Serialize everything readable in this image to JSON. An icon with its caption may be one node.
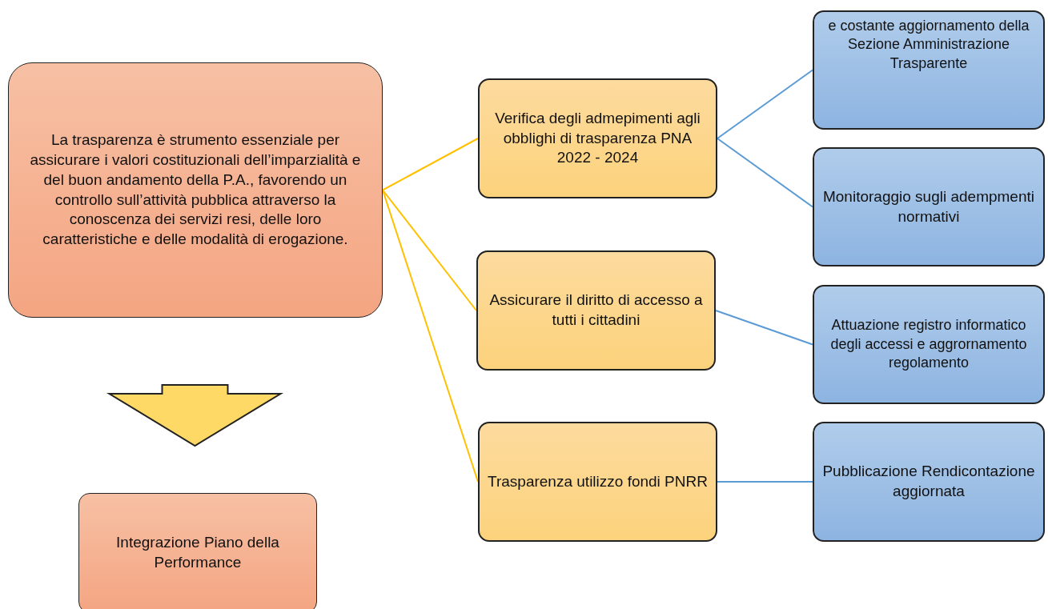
{
  "diagram": {
    "nodes": [
      {
        "text": [
          "La trasparenza è strumento essenziale per assicurare i valori costituzionali dell’imparzialità e del buon andamento della P.A., favorendo un controllo sull’attività pubblica attraverso la conoscenza dei servizi resi, delle loro caratteristiche e delle modalità di erogazione."
        ]
      },
      {
        "text": [
          "Verifica degli admepimenti agli obblighi di trasparenza PNA 2022 - 2024"
        ]
      },
      {
        "text": [
          "Assicurare il diritto di accesso a tutti i cittadini"
        ]
      },
      {
        "text": [
          "Trasparenza utilizzo fondi PNRR"
        ]
      },
      {
        "text": [
          "e costante aggiornamento della Sezione Amministrazione Trasparente"
        ]
      },
      {
        "text": [
          "Monitoraggio sugli adempmenti normativi"
        ]
      },
      {
        "text": [
          "Attuazione registro informatico degli accessi e aggrornamento regolamento"
        ]
      },
      {
        "text": [
          "Pubblicazione Rendicontazione aggiornata"
        ]
      },
      {
        "text": [
          "Integrazione Piano della Performance"
        ]
      }
    ],
    "edges": [
      {
        "from": 0,
        "to": 1,
        "arrow": "none",
        "color": "#ffc000"
      },
      {
        "from": 0,
        "to": 2,
        "arrow": "none",
        "color": "#ffc000"
      },
      {
        "from": 0,
        "to": 3,
        "arrow": "none",
        "color": "#ffc000"
      },
      {
        "from": 1,
        "to": 4,
        "arrow": "none"
      },
      {
        "from": 1,
        "to": 5,
        "arrow": "none"
      },
      {
        "from": 2,
        "to": 6,
        "arrow": "none"
      },
      {
        "from": 3,
        "to": 7,
        "arrow": "none"
      },
      {
        "from": 0,
        "to": 8,
        "arrow": "to",
        "style": "thick",
        "color": "#ffd966"
      }
    ]
  }
}
